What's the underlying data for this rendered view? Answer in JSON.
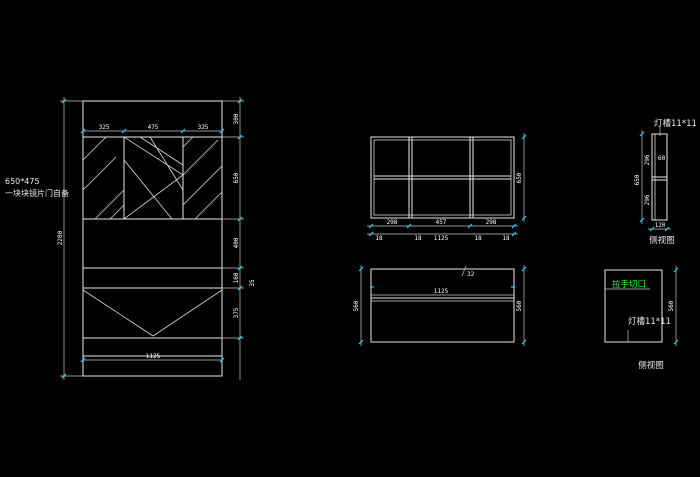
{
  "colors": {
    "background": "#000000",
    "line": "#e8e8e8",
    "dimension_tick": "#1fd0ff",
    "highlight_text": "#22ff22"
  },
  "front_view": {
    "note_size": "650*475",
    "note_text": "一块块镜片门自备",
    "width_parts": [
      "325",
      "475",
      "325"
    ],
    "total_width": "1125",
    "total_height": "2200",
    "height_parts": [
      "300",
      "650",
      "400",
      "160",
      "375"
    ],
    "side_dim": "35"
  },
  "top_plan": {
    "height": "650",
    "widths": [
      "298",
      "457",
      "298"
    ],
    "gaps": [
      "18",
      "18",
      "18",
      "18"
    ],
    "total_width": "1125"
  },
  "top_side": {
    "label": "灯槽11*11",
    "height": "650",
    "parts": [
      "296",
      "60",
      "296"
    ],
    "depth": "120",
    "caption": "侧视图"
  },
  "bottom_plan": {
    "inner_dim": "32",
    "total_width": "1125",
    "left_height": "560",
    "right_height": "560"
  },
  "bottom_side": {
    "label_handle": "拉手切口",
    "label_lamp": "灯槽11*11",
    "height": "560",
    "caption": "侧视图"
  }
}
